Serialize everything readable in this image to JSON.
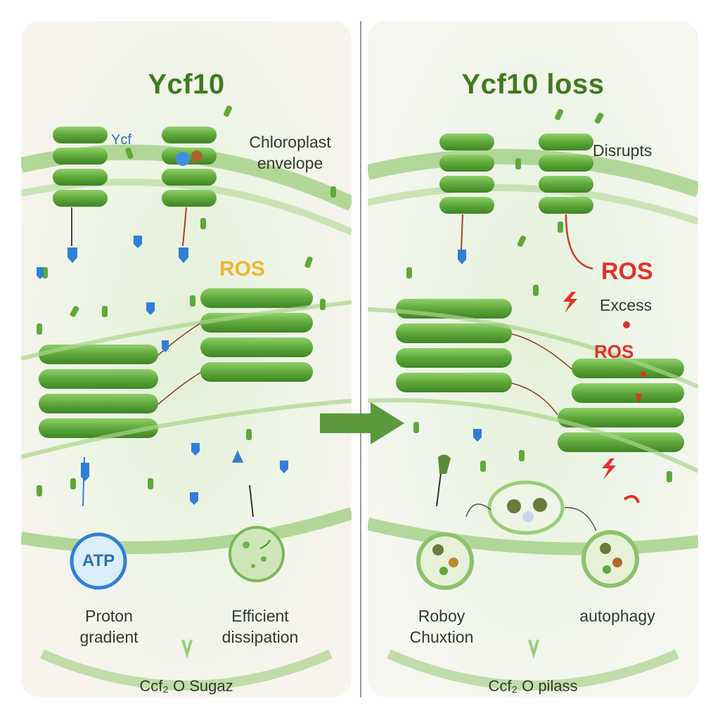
{
  "left_panel": {
    "title": "Ycf10",
    "small_label": "Ycf",
    "envelope_label": "Chloroplast envelope",
    "ros_label": "ROS",
    "atp_label": "ATP",
    "proton_label_line1": "Proton",
    "proton_label_line2": "gradient",
    "efficient_label_line1": "Efficient",
    "efficient_label_line2": "dissipation",
    "bottom_caption": "Ccf₂ O Sugaz"
  },
  "right_panel": {
    "title": "Ycf10 loss",
    "disrupts_label": "Disrupts",
    "ros_label": "ROS",
    "excess_label": "Excess",
    "ros_label_small": "ROS",
    "roboy_label_line1": "Roboy",
    "roboy_label_line2": "Chuxtion",
    "autophagy_label": "autophagy",
    "bottom_caption": "Ccf₂ O pilass"
  },
  "colors": {
    "membrane_green": "#8cc26a",
    "thylakoid_green": "#5ea83a",
    "title_green": "#3e7a1f",
    "ros_yellow": "#f0b431",
    "ros_red": "#e0322a",
    "ion_blue": "#2f7fd8",
    "arrow_green": "#5a9a3c"
  }
}
